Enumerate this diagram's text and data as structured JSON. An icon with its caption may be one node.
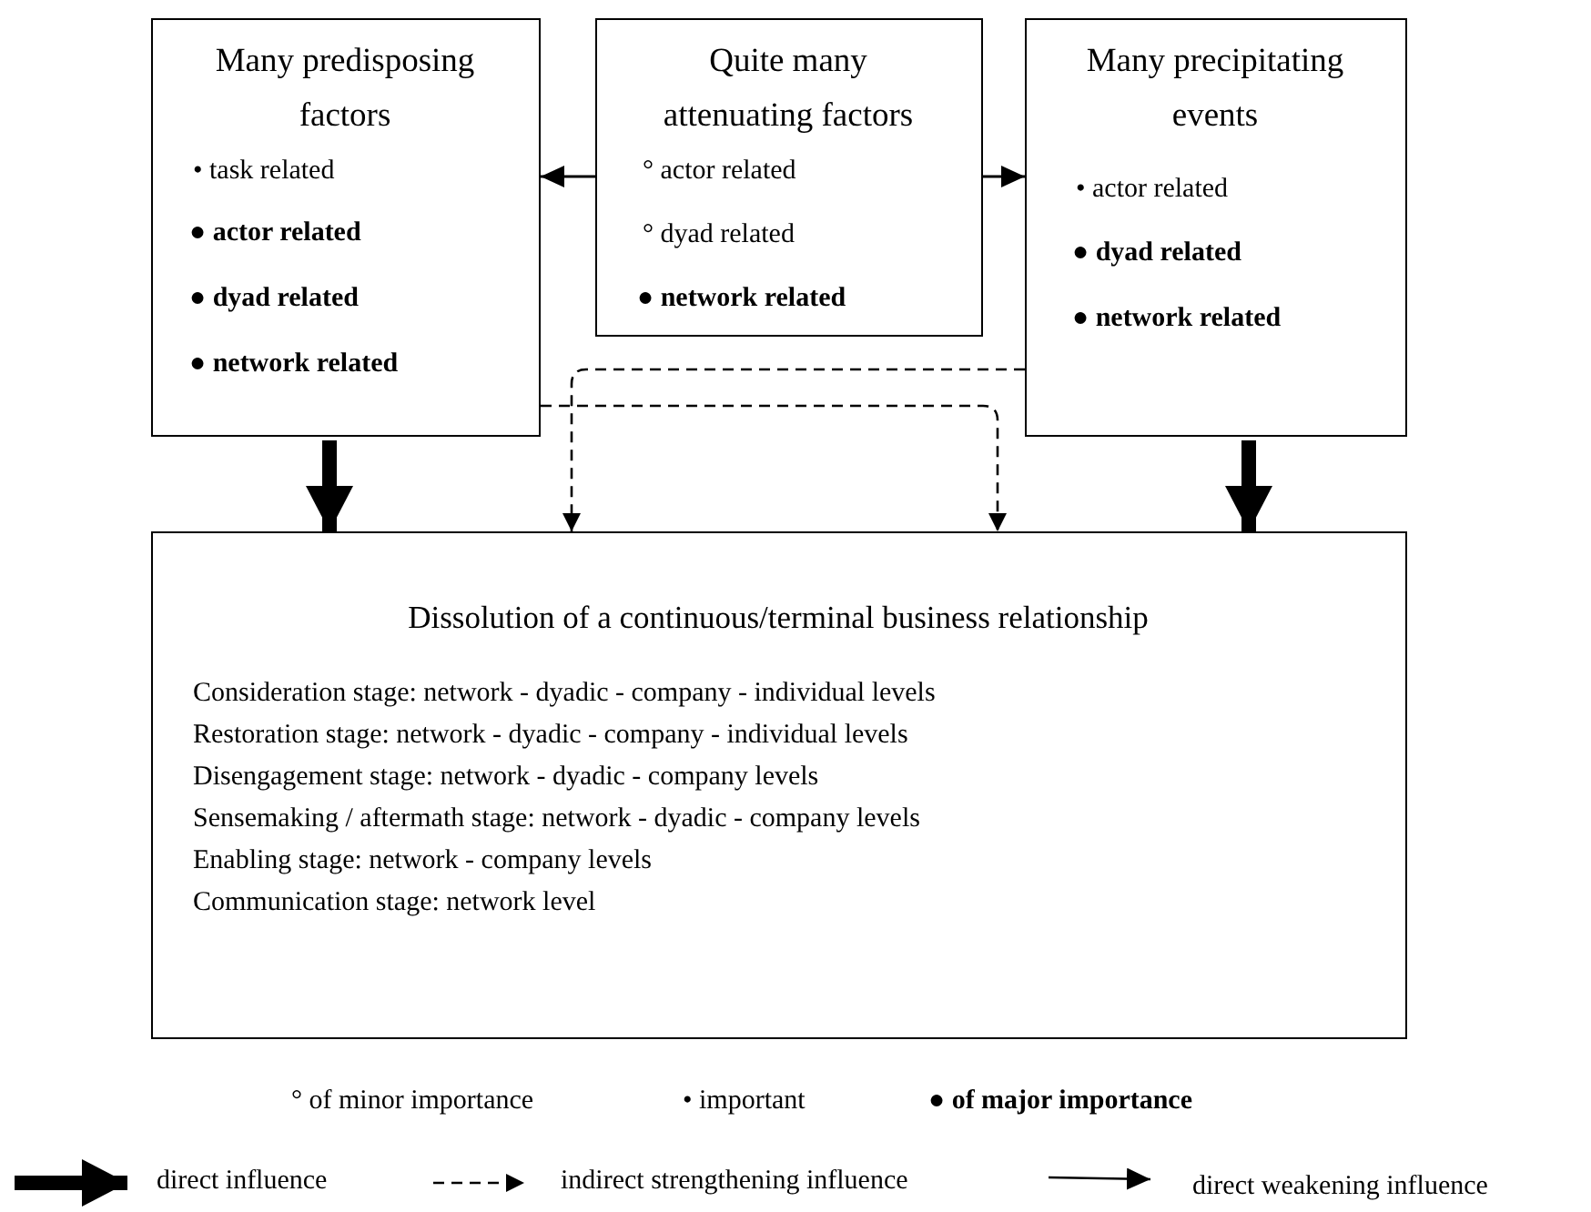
{
  "diagram": {
    "nodes": [
      {
        "text": [
          "Many predisposing factors",
          "• task related",
          "● **actor related**",
          "● **dyad related**",
          "● **network related**"
        ]
      },
      {
        "text": [
          "Quite many attenuating factors",
          "° actor related",
          "° dyad related",
          "● **network related**"
        ]
      },
      {
        "text": [
          "Many precipitating events",
          "• actor related",
          "● **dyad related**",
          "● **network related**"
        ]
      },
      {
        "text": [
          "Dissolution of a continuous/terminal business relationship",
          "Consideration stage: network - dyadic - company - individual levels",
          "Restoration stage: network - dyadic - company - individual levels",
          "Disengagement stage: network - dyadic - company levels",
          "Sensemaking / aftermath stage: network - dyadic - company levels",
          "Enabling stage: network - company levels",
          "Communication stage: network level"
        ]
      }
    ],
    "edges": [
      {
        "from": 1,
        "to": 0,
        "arrow": "to"
      },
      {
        "from": 1,
        "to": 2,
        "arrow": "to"
      },
      {
        "from": 0,
        "to": 3,
        "arrow": "to",
        "style": "thick"
      },
      {
        "from": 2,
        "to": 3,
        "arrow": "to",
        "style": "thick"
      },
      {
        "from": 2,
        "to": 3,
        "arrow": "to",
        "style": "dashed"
      },
      {
        "from": 0,
        "to": 3,
        "arrow": "to",
        "style": "dashed"
      }
    ],
    "legend": [
      {
        "text": "° of minor importance"
      },
      {
        "text": "• important"
      },
      {
        "text": "● **of major importance**"
      },
      {
        "text": "direct influence"
      },
      {
        "text": "indirect strengthening influence"
      },
      {
        "text": "direct weakening influence"
      }
    ]
  }
}
